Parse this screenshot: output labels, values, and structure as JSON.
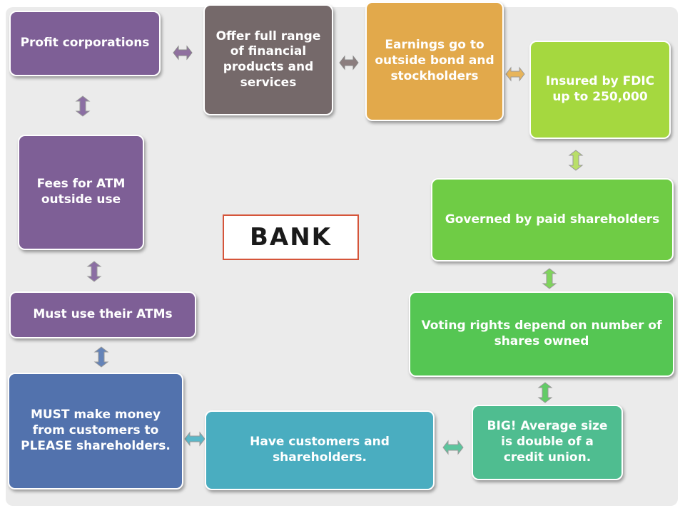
{
  "center_label": "BANK",
  "nodes": [
    {
      "id": "profit",
      "text": "Profit corporations",
      "color": "#7e5f96"
    },
    {
      "id": "offer",
      "text": "Offer full range of financial products and services",
      "color": "#75696a"
    },
    {
      "id": "earnings",
      "text": "Earnings go to outside bond and stockholders",
      "color": "#e2a94b"
    },
    {
      "id": "insured",
      "text": "Insured by FDIC up to 250,000",
      "color": "#a5d83f"
    },
    {
      "id": "governed",
      "text": "Governed by paid shareholders",
      "color": "#6fcc45"
    },
    {
      "id": "voting",
      "text": "Voting rights depend on number of shares owned",
      "color": "#55c653"
    },
    {
      "id": "big",
      "text": "BIG! Average size is double of a credit union.",
      "color": "#4fbd90"
    },
    {
      "id": "customers",
      "text": "Have customers and shareholders.",
      "color": "#4aadc0"
    },
    {
      "id": "must-make",
      "text": "MUST make money from customers to PLEASE shareholders.",
      "color": "#5272ad"
    },
    {
      "id": "must-use",
      "text": "Must use their ATMs",
      "color": "#7e5f96"
    },
    {
      "id": "fees",
      "text": "Fees for ATM outside use",
      "color": "#7e5f96"
    }
  ],
  "edges": [
    [
      "profit",
      "offer"
    ],
    [
      "offer",
      "earnings"
    ],
    [
      "earnings",
      "insured"
    ],
    [
      "insured",
      "governed"
    ],
    [
      "governed",
      "voting"
    ],
    [
      "voting",
      "big"
    ],
    [
      "big",
      "customers"
    ],
    [
      "customers",
      "must-make"
    ],
    [
      "must-make",
      "must-use"
    ],
    [
      "must-use",
      "fees"
    ],
    [
      "fees",
      "profit"
    ]
  ],
  "colors": {
    "connector_outline": "#8a8a8a",
    "bank_border": "#d5553a",
    "background": "#ebebeb"
  }
}
